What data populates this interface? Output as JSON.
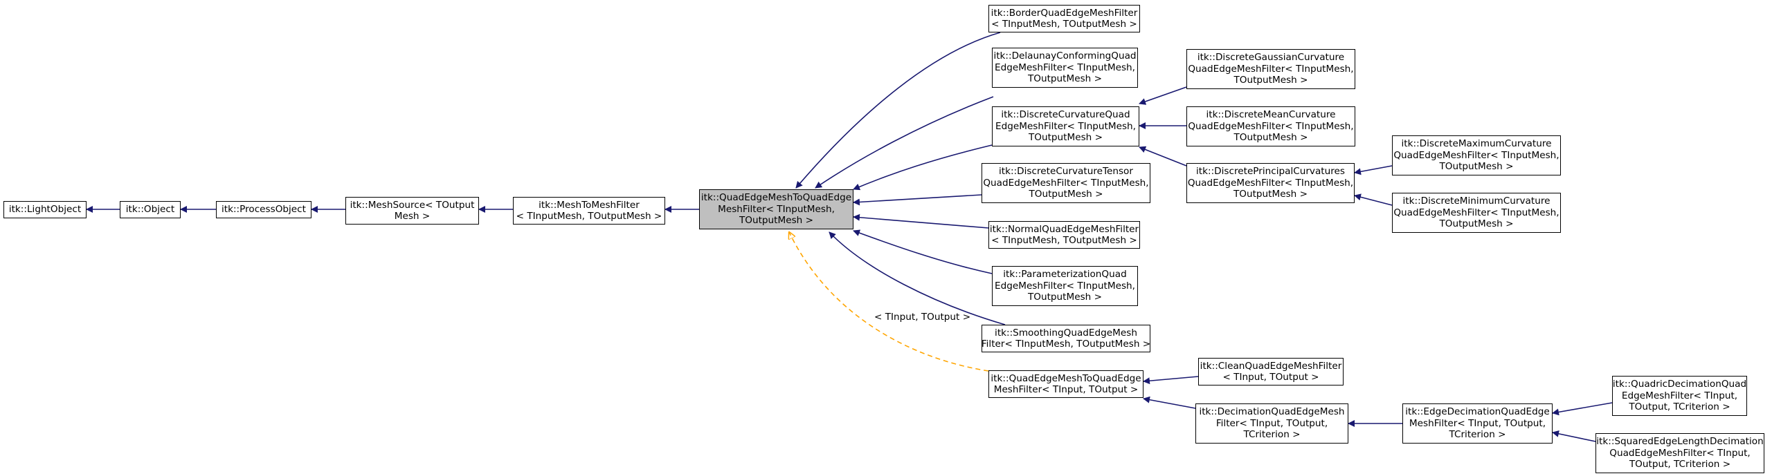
{
  "colors": {
    "inherit_edge": "#191970",
    "template_edge": "#ffa500",
    "focus_fill": "#bfbfbf"
  },
  "nodes": {
    "light_object": {
      "lines": [
        "itk::LightObject"
      ]
    },
    "object": {
      "lines": [
        "itk::Object"
      ]
    },
    "process_object": {
      "lines": [
        "itk::ProcessObject"
      ]
    },
    "mesh_source": {
      "lines": [
        "itk::MeshSource< TOutput",
        "Mesh >"
      ]
    },
    "mesh_to_mesh_filter": {
      "lines": [
        "itk::MeshToMeshFilter",
        "< TInputMesh, TOutputMesh >"
      ]
    },
    "qe_to_qe_filter_mesh": {
      "lines": [
        "itk::QuadEdgeMeshToQuadEdge",
        "MeshFilter< TInputMesh,",
        "TOutputMesh >"
      ]
    },
    "border_filter": {
      "lines": [
        "itk::BorderQuadEdgeMeshFilter",
        "< TInputMesh, TOutputMesh >"
      ]
    },
    "delaunay_filter": {
      "lines": [
        "itk::DelaunayConformingQuad",
        "EdgeMeshFilter< TInputMesh,",
        "TOutputMesh >"
      ]
    },
    "discrete_curvature": {
      "lines": [
        "itk::DiscreteCurvatureQuad",
        "EdgeMeshFilter< TInputMesh,",
        "TOutputMesh >"
      ]
    },
    "discrete_curvature_tensor": {
      "lines": [
        "itk::DiscreteCurvatureTensor",
        "QuadEdgeMeshFilter< TInputMesh,",
        "TOutputMesh >"
      ]
    },
    "normal_filter": {
      "lines": [
        "itk::NormalQuadEdgeMeshFilter",
        "< TInputMesh, TOutputMesh >"
      ]
    },
    "parameterization_filter": {
      "lines": [
        "itk::ParameterizationQuad",
        "EdgeMeshFilter< TInputMesh,",
        "TOutputMesh >"
      ]
    },
    "smoothing_filter": {
      "lines": [
        "itk::SmoothingQuadEdgeMesh",
        "Filter< TInputMesh, TOutputMesh >"
      ]
    },
    "qe_to_qe_filter_input": {
      "lines": [
        "itk::QuadEdgeMeshToQuadEdge",
        "MeshFilter< TInput, TOutput >"
      ]
    },
    "discrete_gaussian": {
      "lines": [
        "itk::DiscreteGaussianCurvature",
        "QuadEdgeMeshFilter< TInputMesh,",
        "TOutputMesh >"
      ]
    },
    "discrete_mean": {
      "lines": [
        "itk::DiscreteMeanCurvature",
        "QuadEdgeMeshFilter< TInputMesh,",
        "TOutputMesh >"
      ]
    },
    "discrete_principal": {
      "lines": [
        "itk::DiscretePrincipalCurvatures",
        "QuadEdgeMeshFilter< TInputMesh,",
        "TOutputMesh >"
      ]
    },
    "discrete_maximum": {
      "lines": [
        "itk::DiscreteMaximumCurvature",
        "QuadEdgeMeshFilter< TInputMesh,",
        "TOutputMesh >"
      ]
    },
    "discrete_minimum": {
      "lines": [
        "itk::DiscreteMinimumCurvature",
        "QuadEdgeMeshFilter< TInputMesh,",
        "TOutputMesh >"
      ]
    },
    "clean_filter": {
      "lines": [
        "itk::CleanQuadEdgeMeshFilter",
        "< TInput, TOutput >"
      ]
    },
    "decimation_filter": {
      "lines": [
        "itk::DecimationQuadEdgeMesh",
        "Filter< TInput, TOutput,",
        "TCriterion >"
      ]
    },
    "edge_decimation": {
      "lines": [
        "itk::EdgeDecimationQuadEdge",
        "MeshFilter< TInput, TOutput,",
        "TCriterion >"
      ]
    },
    "quadric_decimation": {
      "lines": [
        "itk::QuadricDecimationQuad",
        "EdgeMeshFilter< TInput,",
        "TOutput, TCriterion >"
      ]
    },
    "squared_edge_length": {
      "lines": [
        "itk::SquaredEdgeLengthDecimation",
        "QuadEdgeMeshFilter< TInput,",
        "TOutput, TCriterion >"
      ]
    }
  },
  "edge_labels": {
    "template_args": "< TInput, TOutput >"
  }
}
